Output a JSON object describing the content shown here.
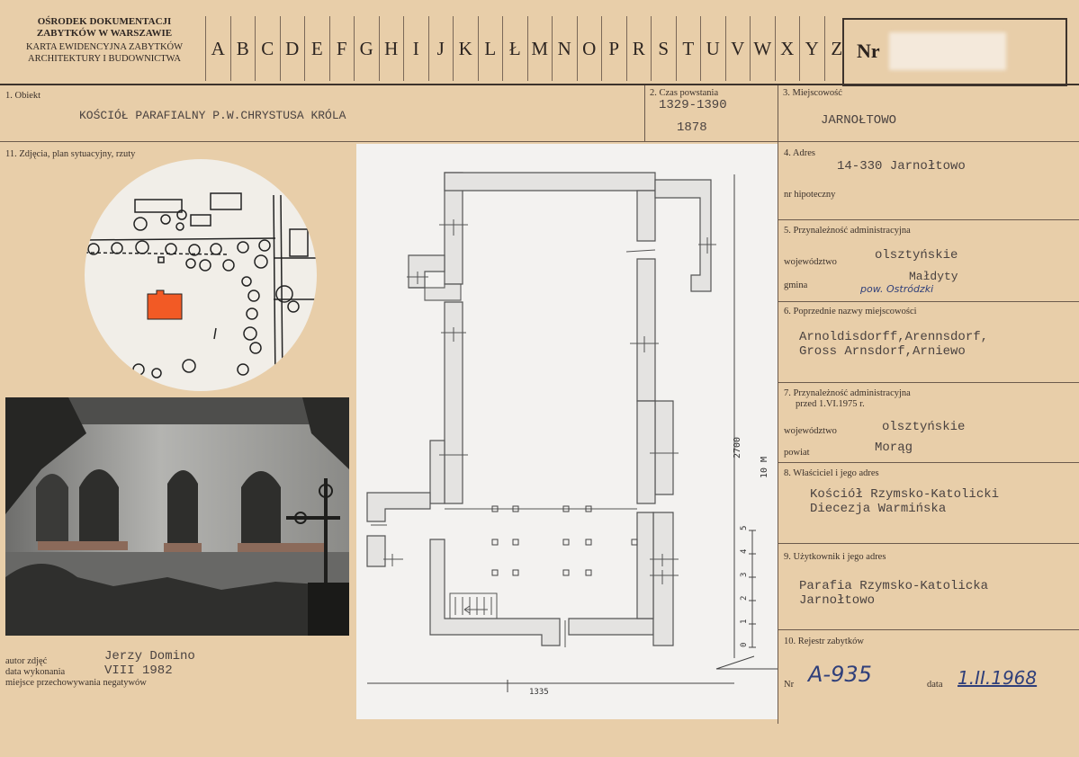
{
  "header": {
    "institution": [
      "OŚRODEK DOKUMENTACJI",
      "ZABYTKÓW W WARSZAWIE"
    ],
    "card_type": [
      "KARTA EWIDENCYJNA ZABYTKÓW",
      "ARCHITEKTURY I BUDOWNICTWA"
    ],
    "alphabet": [
      "A",
      "B",
      "C",
      "D",
      "E",
      "F",
      "G",
      "H",
      "I",
      "J",
      "K",
      "L",
      "Ł",
      "M",
      "N",
      "O",
      "P",
      "R",
      "S",
      "T",
      "U",
      "V",
      "W",
      "X",
      "Y",
      "Z"
    ],
    "nr_label": "Nr"
  },
  "fields": {
    "obiekt": {
      "label": "1. Obiekt",
      "value": "KOŚCIÓŁ PARAFIALNY P.W.CHRYSTUSA KRÓLA"
    },
    "czas": {
      "label": "2. Czas powstania",
      "value1": "1329-1390",
      "value2": "1878"
    },
    "miejscowosc": {
      "label": "3. Miejscowość",
      "value": "JARNOŁTOWO"
    },
    "zdjecia": {
      "label": "11. Zdjęcia, plan sytuacyjny, rzuty"
    },
    "adres": {
      "label": "4. Adres",
      "value": "14-330 Jarnołtowo",
      "hipoteczny_label": "nr hipoteczny"
    },
    "przynaleznosc": {
      "label": "5. Przynależność administracyjna",
      "woj_label": "województwo",
      "woj_value": "olsztyńskie",
      "gmina_label": "gmina",
      "gmina_value": "Małdyty",
      "gmina_hand": "pow. Ostródzki"
    },
    "poprzednie": {
      "label": "6. Poprzednie nazwy miejscowości",
      "line1": "Arnoldisdorff,Arennsdorf,",
      "line2": "Gross Arnsdorf,Arniewo"
    },
    "przynaleznosc_przed": {
      "label1": "7. Przynależność administracyjna",
      "label2": "przed 1.VI.1975 r.",
      "woj_label": "województwo",
      "woj_value": "olsztyńskie",
      "powiat_label": "powiat",
      "powiat_value": "Morąg"
    },
    "wlasciciel": {
      "label": "8. Właściciel i jego adres",
      "line1": "Kościół Rzymsko-Katolicki",
      "line2": "Diecezja Warmińska"
    },
    "uzytkownik": {
      "label": "9. Użytkownik i jego adres",
      "line1": "Parafia Rzymsko-Katolicka",
      "line2": "Jarnołtowo"
    },
    "rejestr": {
      "label": "10. Rejestr zabytków",
      "nr_label": "Nr",
      "nr_value": "A-935",
      "data_label": "data",
      "data_value": "1.II.1968"
    }
  },
  "photo_meta": {
    "autor_label": "autor zdjęć",
    "autor_value": "Jerzy Domino",
    "data_label": "data wykonania",
    "data_value": "VIII 1982",
    "miejsce_label": "miejsce przechowywania negatywów"
  },
  "plan": {
    "dim_vertical": "2700",
    "dim_horizontal": "1335",
    "scale_label": "10 M",
    "scale_ticks": [
      "0",
      "1",
      "2",
      "3",
      "4",
      "5"
    ]
  },
  "colors": {
    "card": "#e8cea9",
    "church_marker": "#f25a25",
    "ink_blue": "#2f3f7a"
  }
}
